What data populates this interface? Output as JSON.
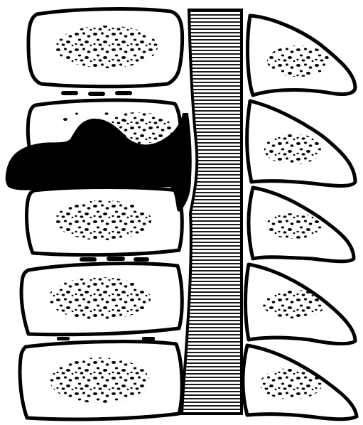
{
  "figure": {
    "description_visible_text": "",
    "vertebral_bodies": 5,
    "intervertebral_discs": 4,
    "spinous_processes": 5,
    "colors": {
      "ink": "#000000",
      "paper": "#ffffff"
    }
  }
}
